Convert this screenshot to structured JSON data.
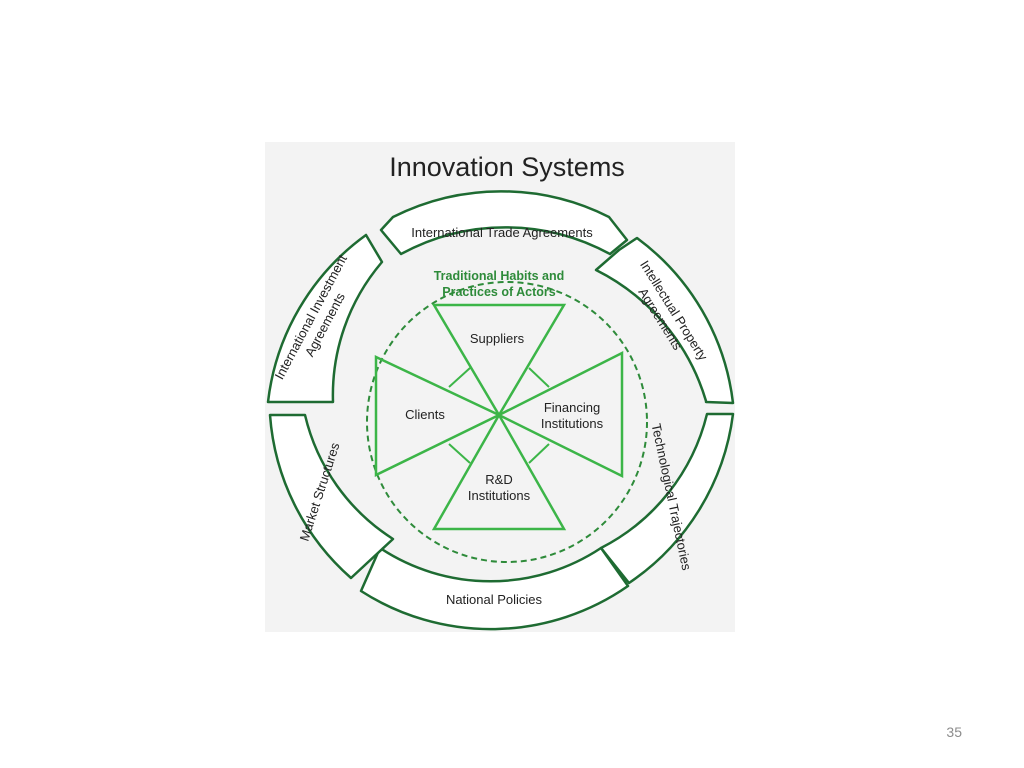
{
  "slide": {
    "page_number": "35"
  },
  "diagram": {
    "title": "Innovation Systems",
    "core_label_line1": "Traditional Habits and",
    "core_label_line2": "Practices of Actors",
    "actors": {
      "top": "Suppliers",
      "left": "Clients",
      "right_line1": "Financing",
      "right_line2": "Institutions",
      "bottom_line1": "R&D",
      "bottom_line2": "Institutions"
    },
    "outer_segments": {
      "top": "International Trade Agreements",
      "top_right_line1": "Intellectual Property",
      "top_right_line2": "Agreements",
      "bottom_right": "Technological Trajectories",
      "bottom": "National Policies",
      "bottom_left": "Market Structures",
      "top_left_line1": "International Investment",
      "top_left_line2": "Agreements"
    },
    "colors": {
      "dark_green": "#1e6b32",
      "bright_green": "#3cb548",
      "core_label_green": "#2e8b3a",
      "text": "#222222",
      "panel": "#f3f3f3"
    }
  }
}
